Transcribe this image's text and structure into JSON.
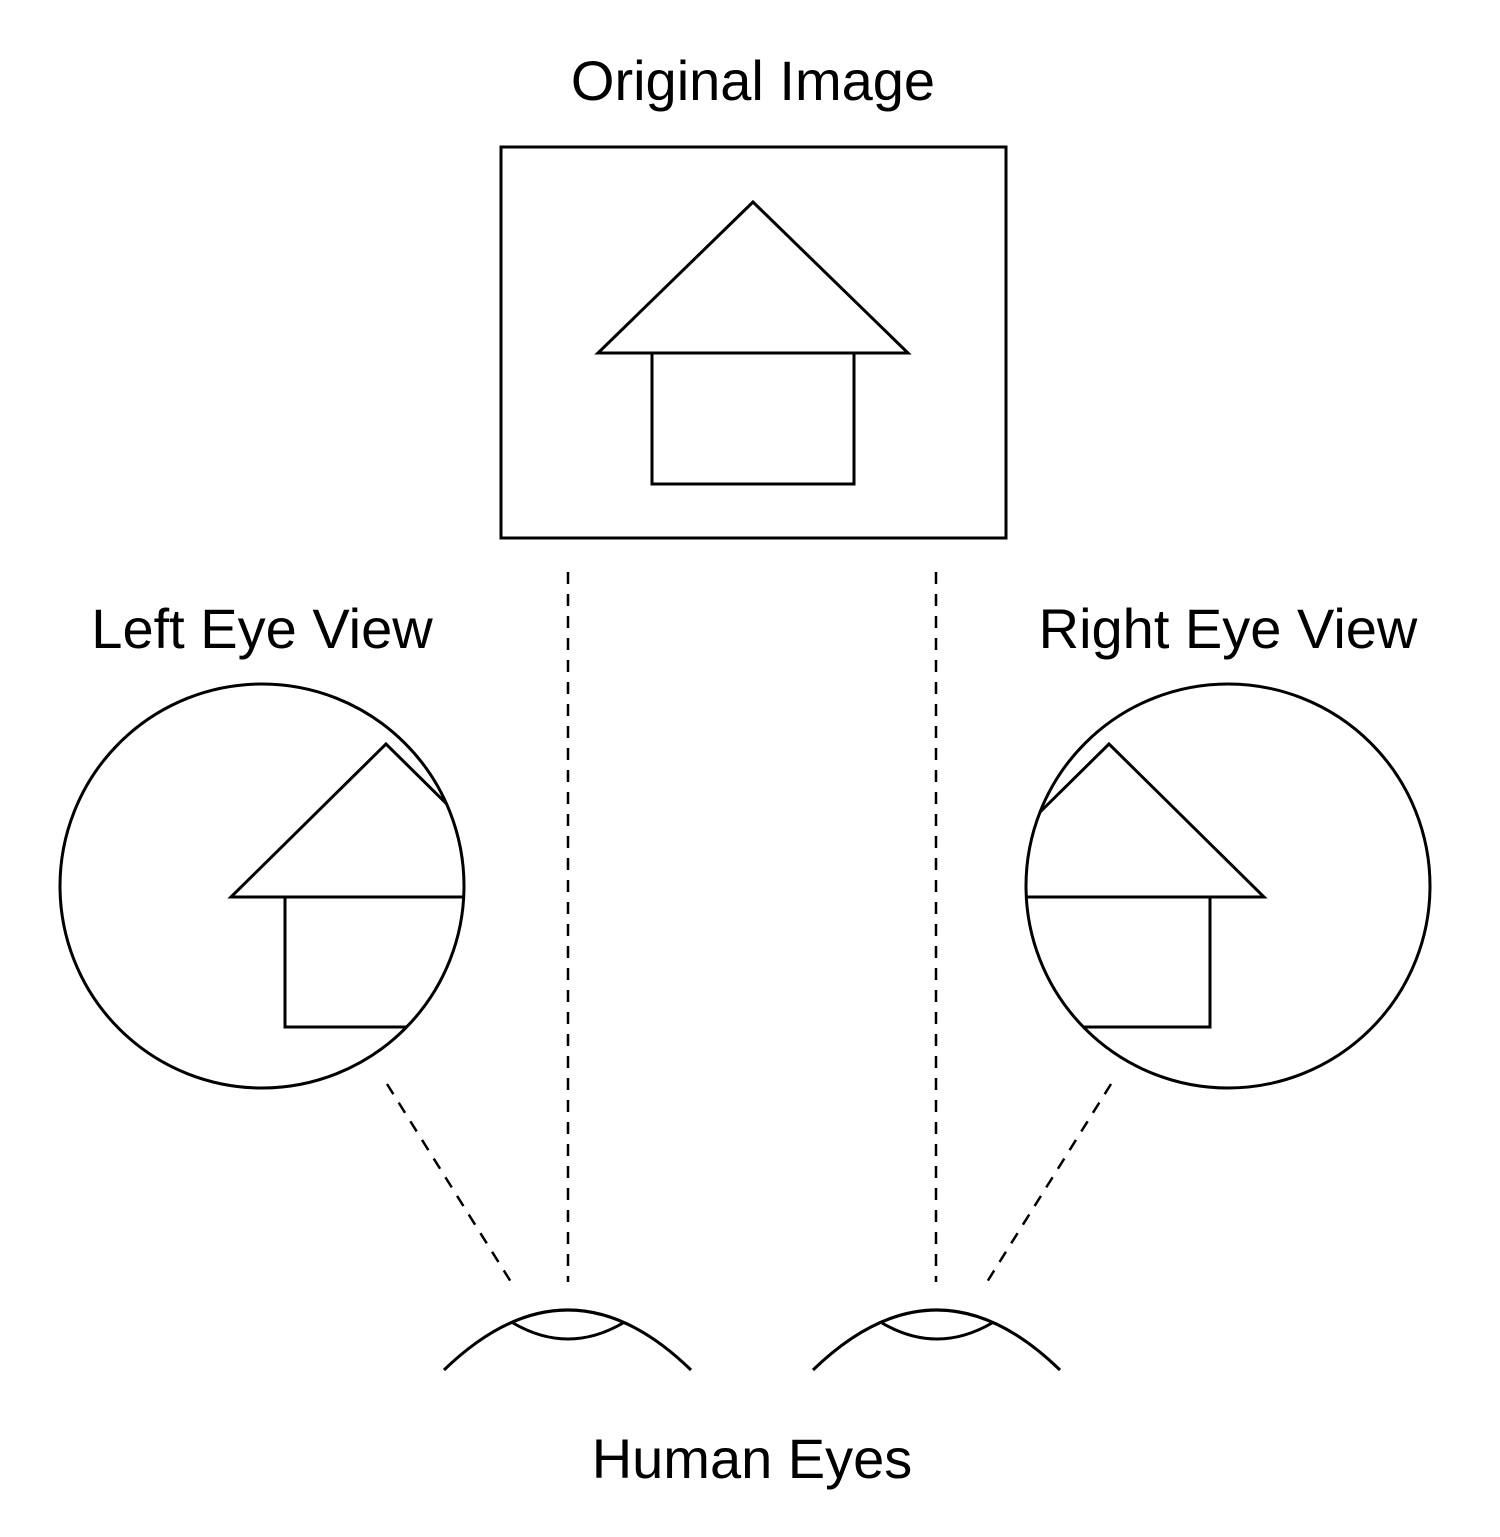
{
  "labels": {
    "original_image": "Original Image",
    "left_eye_view": "Left Eye View",
    "right_eye_view": "Right Eye View",
    "human_eyes": "Human Eyes"
  },
  "colors": {
    "stroke": "#000000",
    "background": "#ffffff"
  }
}
